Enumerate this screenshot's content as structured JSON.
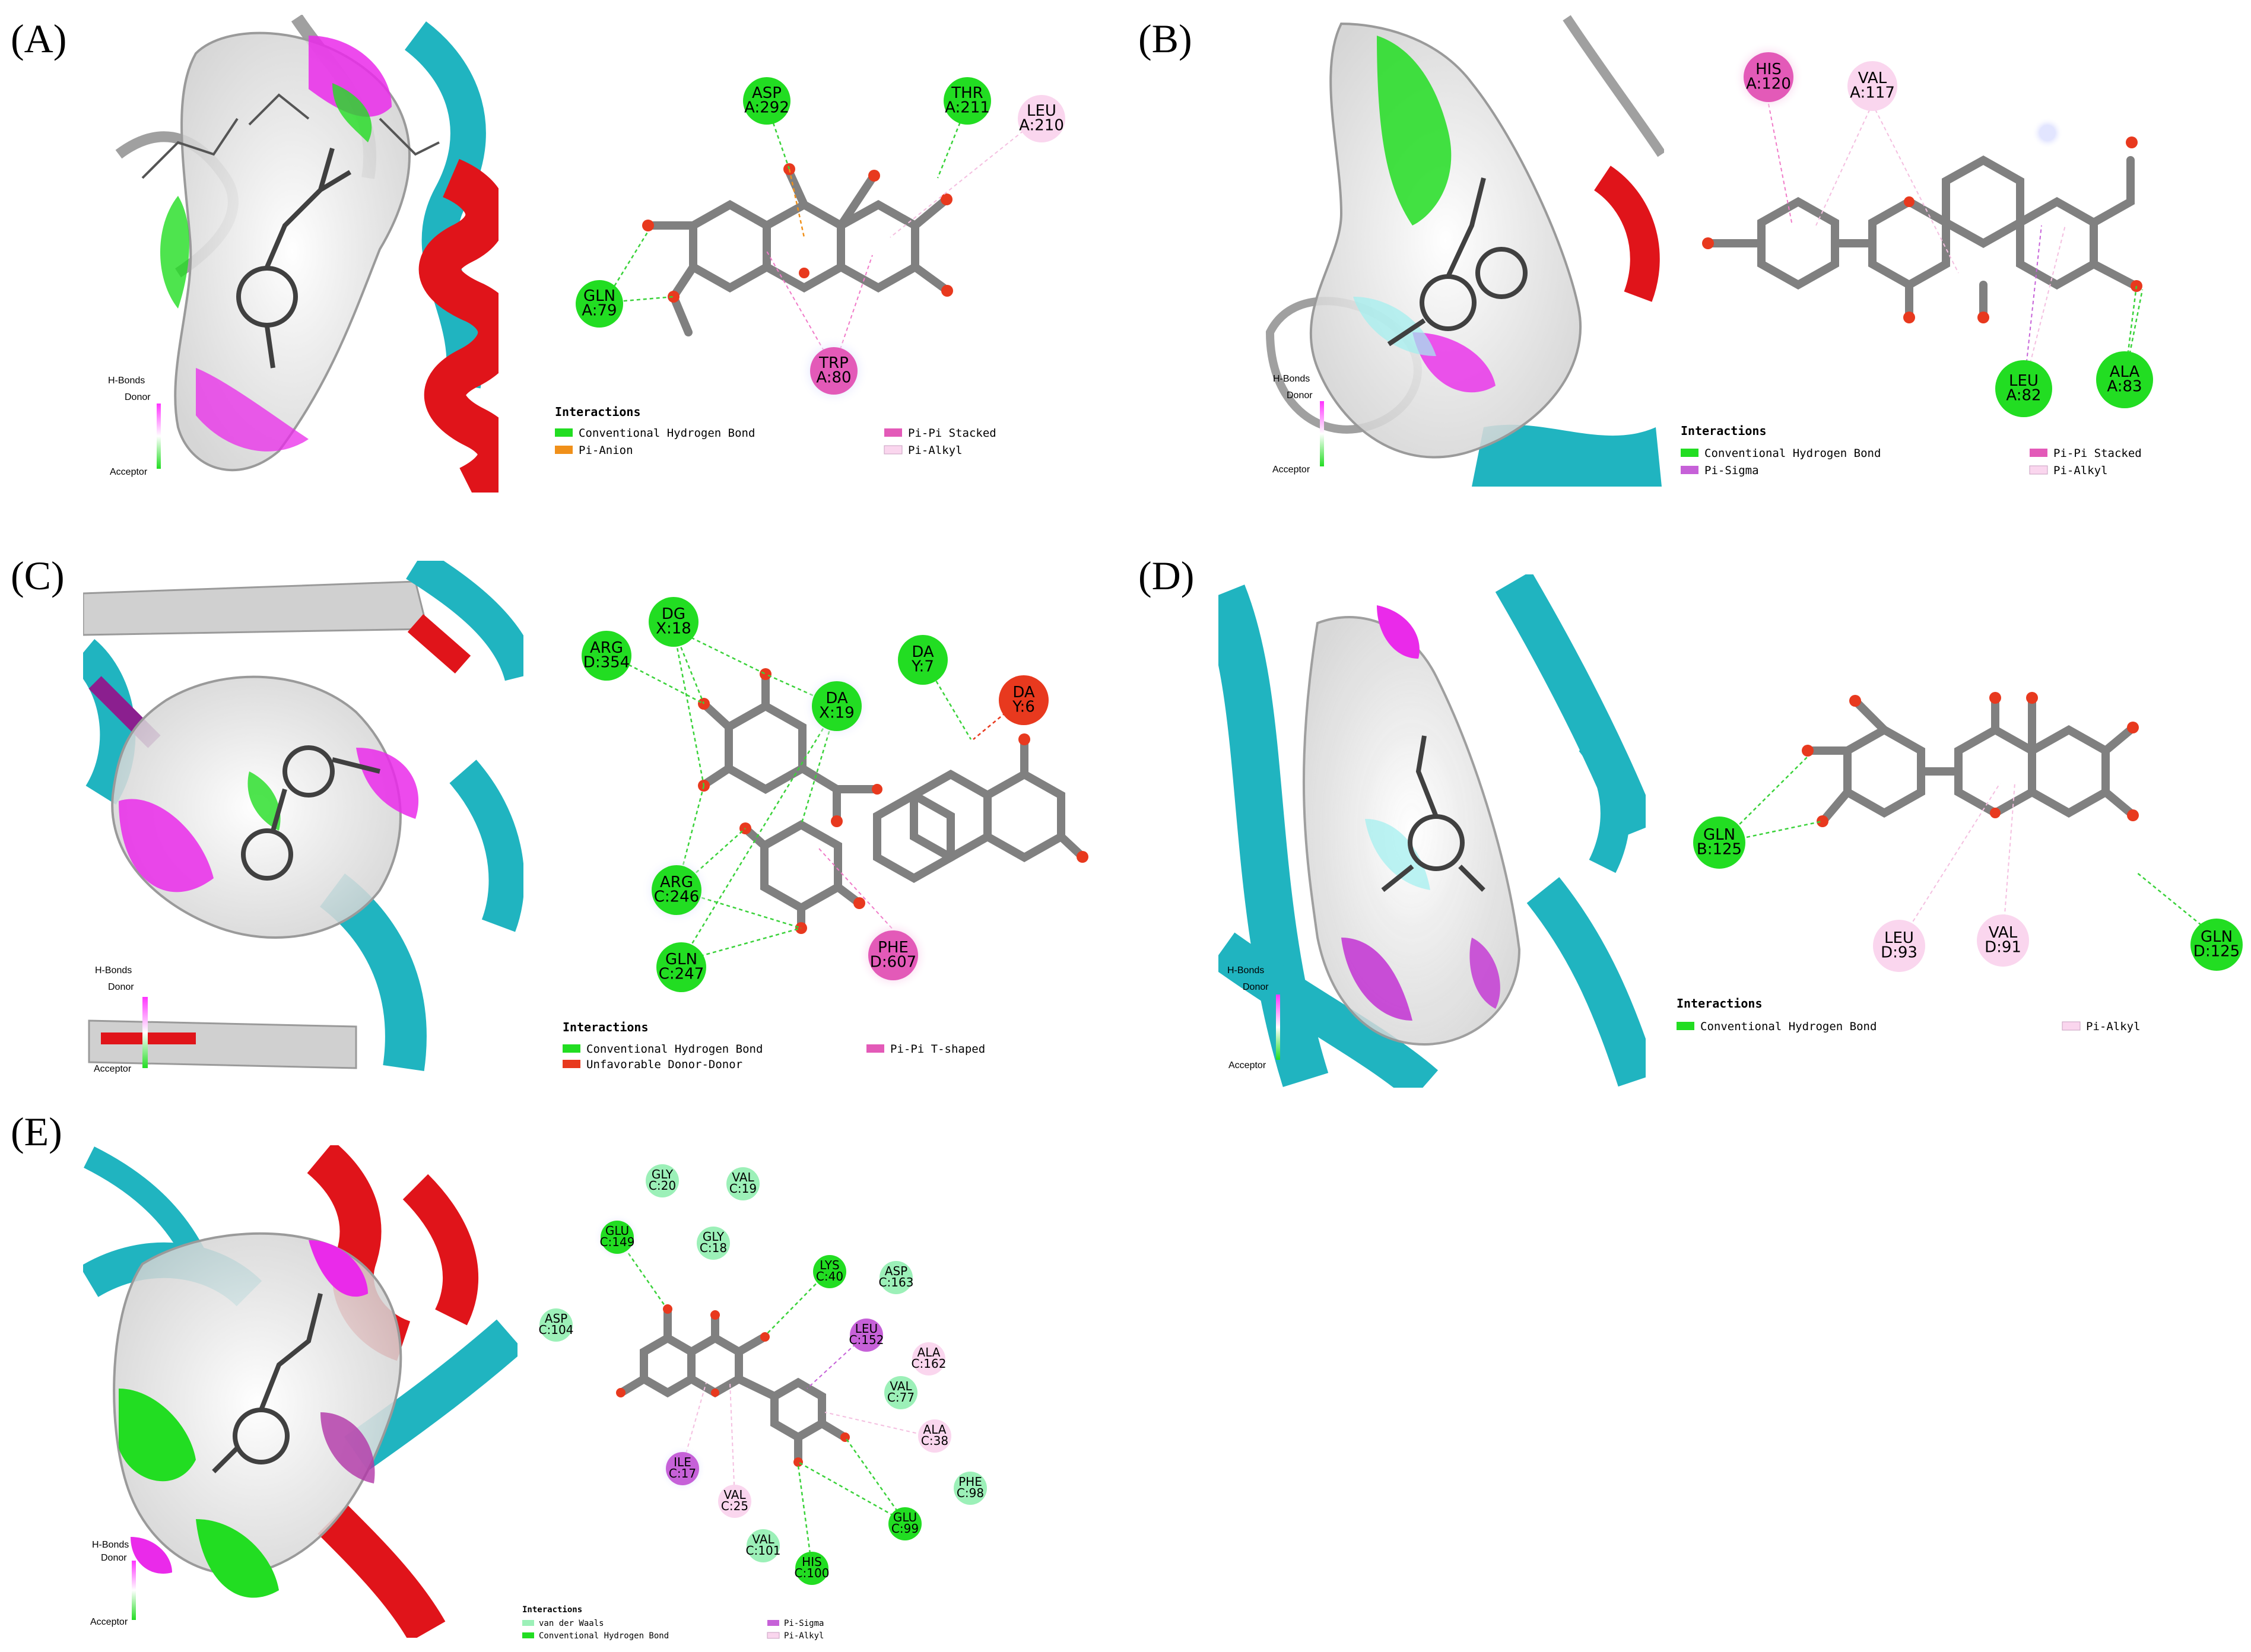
{
  "colors": {
    "conventional_hydrogen_bond": "#22dd22",
    "van_der_waals": "#9cf0b8",
    "pi_pi_stacked": "#e35ab8",
    "pi_pi_t_shaped": "#e35ab8",
    "pi_alkyl": "#fad6ee",
    "pi_sigma": "#c661d8",
    "pi_anion": "#f0901a",
    "unfavorable_donor_donor": "#e8391e",
    "oxygen": "#e8391e",
    "carbon": "#808080"
  },
  "panels": {
    "A": {
      "label": "(A)",
      "residues": [
        "ASP\nA:292",
        "THR\nA:211",
        "LEU\nA:210",
        "GLN\nA:79",
        "TRP\nA:80"
      ],
      "legend_title": "Interactions",
      "legend": [
        "Conventional Hydrogen Bond",
        "Pi-Anion",
        "Pi-Pi Stacked",
        "Pi-Alkyl"
      ],
      "hbonds_key": {
        "title": "H-Bonds",
        "top": "Donor",
        "bottom": "Acceptor"
      }
    },
    "B": {
      "label": "(B)",
      "residues": [
        "HIS\nA:120",
        "VAL\nA:117",
        "LEU\nA:82",
        "ALA\nA:83"
      ],
      "legend_title": "Interactions",
      "legend": [
        "Conventional Hydrogen Bond",
        "Pi-Sigma",
        "Pi-Pi Stacked",
        "Pi-Alkyl"
      ],
      "hbonds_key": {
        "title": "H-Bonds",
        "top": "Donor",
        "bottom": "Acceptor"
      }
    },
    "C": {
      "label": "(C)",
      "residues": [
        "ARG\nD:354",
        "DG\nX:18",
        "DA\nX:19",
        "DA\nY:7",
        "DA\nY:6",
        "ARG\nC:246",
        "GLN\nC:247",
        "PHE\nD:607"
      ],
      "legend_title": "Interactions",
      "legend": [
        "Conventional Hydrogen Bond",
        "Unfavorable Donor-Donor",
        "Pi-Pi T-shaped"
      ],
      "hbonds_key": {
        "title": "H-Bonds",
        "top": "Donor",
        "bottom": "Acceptor"
      }
    },
    "D": {
      "label": "(D)",
      "residues": [
        "GLN\nB:125",
        "LEU\nD:93",
        "VAL\nD:91",
        "GLN\nD:125"
      ],
      "legend_title": "Interactions",
      "legend": [
        "Conventional Hydrogen Bond",
        "Pi-Alkyl"
      ],
      "hbonds_key": {
        "title": "H-Bonds",
        "top": "Donor",
        "bottom": "Acceptor"
      }
    },
    "E": {
      "label": "(E)",
      "residues": [
        "GLY\nC:20",
        "VAL\nC:19",
        "GLU\nC:149",
        "GLY\nC:18",
        "LYS\nC:40",
        "ASP\nC:163",
        "ASP\nC:104",
        "LEU\nC:152",
        "ALA\nC:162",
        "VAL\nC:77",
        "ALA\nC:38",
        "ILE\nC:17",
        "VAL\nC:25",
        "PHE\nC:98",
        "GLU\nC:99",
        "VAL\nC:101",
        "HIS\nC:100"
      ],
      "legend_title": "Interactions",
      "legend": [
        "van der Waals",
        "Conventional Hydrogen Bond",
        "Pi-Sigma",
        "Pi-Alkyl"
      ],
      "hbonds_key": {
        "title": "H-Bonds",
        "top": "Donor",
        "bottom": "Acceptor"
      }
    }
  }
}
